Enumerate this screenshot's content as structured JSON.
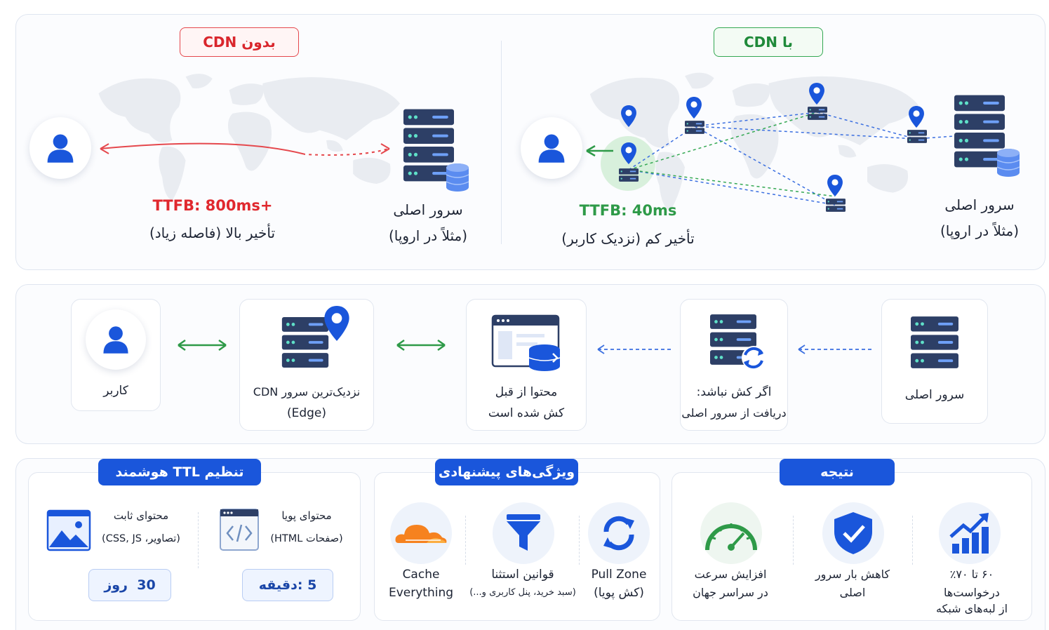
{
  "top": {
    "without_cdn": {
      "badge": "بدون CDN",
      "ttfb": "TTFB: 800ms+",
      "latency": "تأخیر بالا (فاصله زیاد)",
      "origin_line1": "سرور اصلی",
      "origin_line2": "(مثلاً در اروپا)"
    },
    "with_cdn": {
      "badge": "با CDN",
      "ttfb": "TTFB: 40ms",
      "latency": "تأخیر کم (نزدیک کاربر)",
      "origin_line1": "سرور اصلی",
      "origin_line2": "(مثلاً در اروپا)"
    }
  },
  "flow": {
    "user": "کاربر",
    "edge_line1": "نزدیک‌ترین سرور CDN",
    "edge_line2": "(Edge)",
    "cached_line1": "محتوا از قبل",
    "cached_line2": "کش شده است",
    "miss_line1": "اگر کش نباشد:",
    "miss_line2": "دریافت از سرور اصلی",
    "origin": "سرور اصلی"
  },
  "ttl": {
    "title": "تنظیم TTL هوشمند",
    "dynamic_title": "محتوای پویا",
    "dynamic_sub": "(صفحات HTML)",
    "dynamic_value": "5 :دقیقه",
    "static_title": "محتوای ثابت",
    "static_sub": "(تصاویر، CSS, JS)",
    "static_value": "30  روز"
  },
  "features": {
    "title": "ویژگی‌های پیشنهادی",
    "pull_line1": "Pull Zone",
    "pull_line2": "(کش پویا)",
    "rules_line1": "قوانین استثنا",
    "rules_line2": "(سبد خرید، پنل کاربری و...)",
    "cache_line1": "Cache",
    "cache_line2": "Everything"
  },
  "result": {
    "title": "نتیجه",
    "edge_line1": "۶۰ تا ۷۰٪",
    "edge_line2": "درخواست‌ها",
    "edge_line3": "از لبه‌های شبکه",
    "load_line1": "کاهش بار سرور",
    "load_line2": "اصلی",
    "speed_line1": "افزایش سرعت",
    "speed_line2": "در سراسر جهان"
  },
  "colors": {
    "primary": "#1a56db",
    "red": "#e5484d",
    "green": "#34a853",
    "server": "#2d3f66",
    "accent_orange": "#f6821f"
  }
}
